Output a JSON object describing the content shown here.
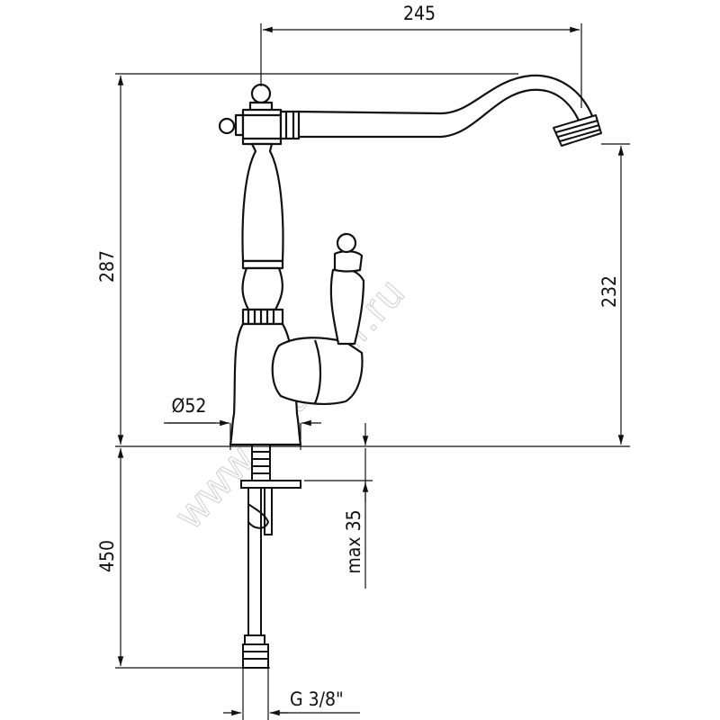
{
  "dimensions": {
    "spout_reach": "245",
    "total_height": "287",
    "outlet_height": "232",
    "base_diameter": "Ø52",
    "hose_length": "450",
    "deck_thickness": "max 35",
    "connection_thread": "G 3/8\""
  },
  "watermark": "www.aquamir.ru"
}
